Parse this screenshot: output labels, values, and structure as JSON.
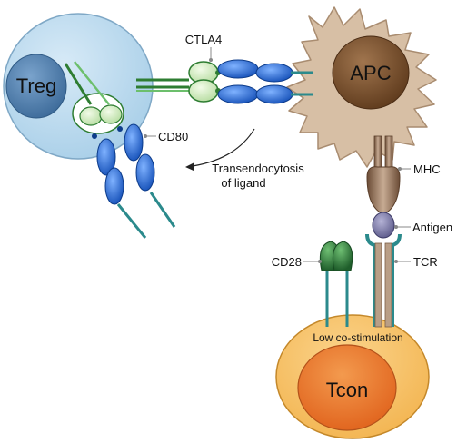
{
  "labels": {
    "treg": "Treg",
    "apc": "APC",
    "tcon": "Tcon",
    "ctla4": "CTLA4",
    "cd80": "CD80",
    "transendo_line1": "Transendocytosis",
    "transendo_line2": "of ligand",
    "mhc": "MHC",
    "antigen": "Antigen",
    "cd28": "CD28",
    "tcr": "TCR",
    "low_costim": "Low co-stimulation"
  },
  "colors": {
    "treg_outer": "#b9d9ee",
    "treg_nucleus": "#4f7fad",
    "apc_body": "#d3b89c",
    "apc_nucleus": "#7a4f2c",
    "tcon_outer": "#f7c36a",
    "tcon_nucleus": "#ec7a2c",
    "ctla4_green": "#2e7d32",
    "cd80_blue": "#1e6fd0",
    "mhc_brown": "#8a6a52",
    "antigen_purple": "#7e7ca8",
    "tcr_teal": "#2b8a8c",
    "cd28_green": "#2d7a3a"
  }
}
